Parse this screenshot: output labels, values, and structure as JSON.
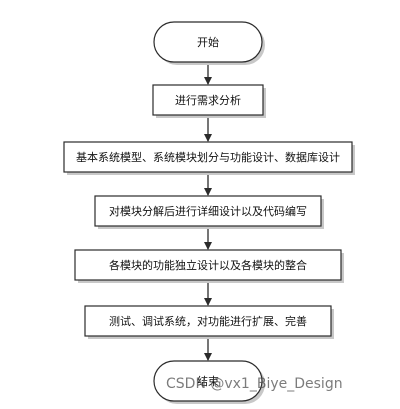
{
  "flowchart": {
    "nodes": [
      {
        "id": "start",
        "shape": "terminal",
        "text": "开始"
      },
      {
        "id": "n1",
        "shape": "process",
        "text": "进行需求分析"
      },
      {
        "id": "n2",
        "shape": "process",
        "text": "基本系统模型、系统模块划分与功能设计、数据库设计"
      },
      {
        "id": "n3",
        "shape": "process",
        "text": "对模块分解后进行详细设计以及代码编写"
      },
      {
        "id": "n4",
        "shape": "process",
        "text": "各模块的功能独立设计以及各模块的整合"
      },
      {
        "id": "n5",
        "shape": "process",
        "text": "测试、调试系统，对功能进行扩展、完善"
      },
      {
        "id": "end",
        "shape": "terminal",
        "text": "结束"
      }
    ],
    "edges": [
      {
        "from": "start",
        "to": "n1"
      },
      {
        "from": "n1",
        "to": "n2"
      },
      {
        "from": "n2",
        "to": "n3"
      },
      {
        "from": "n3",
        "to": "n4"
      },
      {
        "from": "n4",
        "to": "n5"
      },
      {
        "from": "n5",
        "to": "end"
      }
    ],
    "colors": {
      "node_fill": "#ffffff",
      "node_stroke": "#2b2b2b",
      "edge": "#2b2b2b",
      "text": "#111111",
      "shadow": "#c8c8c8"
    }
  },
  "watermark": {
    "text": "CSDN @vx1_Biye_Design"
  }
}
